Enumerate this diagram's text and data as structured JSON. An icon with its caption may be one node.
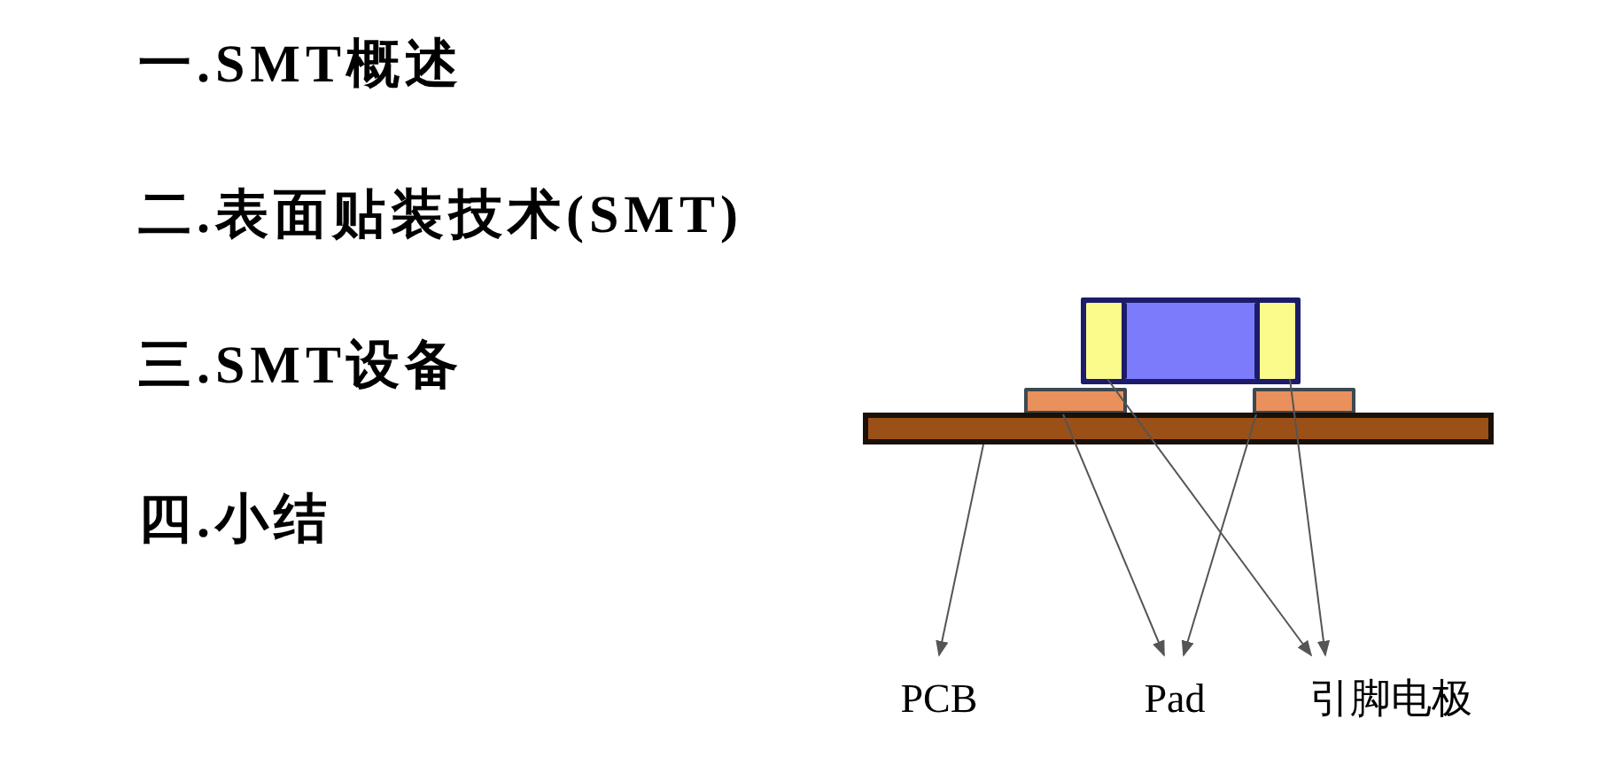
{
  "diagram": {
    "nodes": [
      {
        "text": [],
        "shape": "box"
      },
      {
        "text": [],
        "shape": "box",
        "in": 0
      },
      {
        "text": [],
        "shape": "box",
        "in": 0
      },
      {
        "text": [],
        "shape": "box"
      },
      {
        "text": [],
        "shape": "box"
      },
      {
        "text": [],
        "shape": "bar"
      },
      {
        "text": [
          "PCB"
        ]
      },
      {
        "text": [
          "Pad"
        ]
      },
      {
        "text": [
          "引脚电极"
        ]
      }
    ],
    "edges": [
      {
        "from": 5,
        "to": 6,
        "arrow": "to",
        "color": "#555555"
      },
      {
        "from": 3,
        "to": 7,
        "arrow": "to",
        "color": "#555555"
      },
      {
        "from": 4,
        "to": 7,
        "arrow": "to",
        "color": "#555555"
      },
      {
        "from": 1,
        "to": 8,
        "arrow": "to",
        "color": "#555555"
      },
      {
        "from": 2,
        "to": 8,
        "arrow": "to",
        "color": "#555555"
      }
    ],
    "labels": [
      "一.SMT概述",
      "二.表面贴装技术(SMT)",
      "三.SMT设备",
      "四.小结"
    ]
  }
}
